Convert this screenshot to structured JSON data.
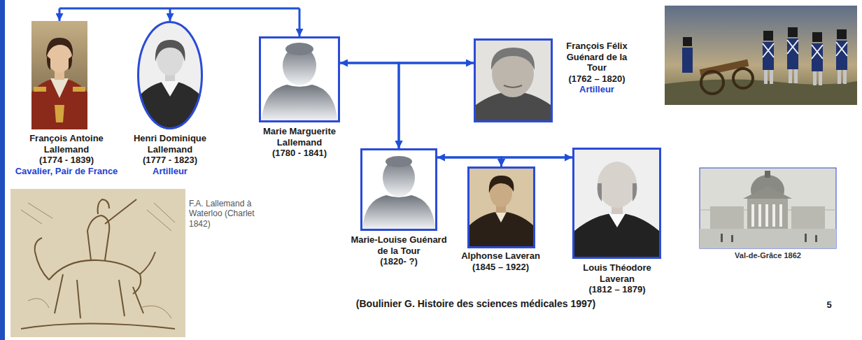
{
  "diagram": {
    "nodes": [
      {
        "text": [
          "François Antoine Lallemand",
          "(1774 - 1839)",
          "Cavalier, Pair de France"
        ]
      },
      {
        "text": [
          "Henri Dominique Lallemand",
          "(1777 - 1823)",
          "Artilleur"
        ]
      },
      {
        "text": [
          "Marie Marguerite Lallemand",
          "(1780 - 1841)"
        ]
      },
      {
        "text": [
          "François Félix Guénard de la Tour",
          "(1762 – 1820)",
          "Artilleur"
        ]
      },
      {
        "text": [
          "Marie-Louise Guénard de la Tour",
          "(1820- ?)"
        ]
      },
      {
        "text": [
          "Alphonse Laveran",
          "(1845 – 1922)"
        ]
      },
      {
        "text": [
          "Louis Théodore Laveran",
          "(1812 – 1879)"
        ]
      }
    ],
    "edges": [
      {
        "from": 2,
        "to": 3,
        "arrow": "both"
      },
      {
        "from": 2,
        "to": 4,
        "arrow": "to"
      },
      {
        "from": 3,
        "to": 4,
        "arrow": "to"
      },
      {
        "from": 4,
        "to": 6,
        "arrow": "both"
      },
      {
        "from": 4,
        "to": 5,
        "arrow": "to"
      },
      {
        "from": 6,
        "to": 5,
        "arrow": "to"
      }
    ],
    "labels": [
      "F.A. Lallemand à Waterloo (Charlet 1842)",
      "Val-de-Grâce 1862",
      "(Boulinier G. Histoire des sciences médicales 1997)",
      "5"
    ]
  }
}
